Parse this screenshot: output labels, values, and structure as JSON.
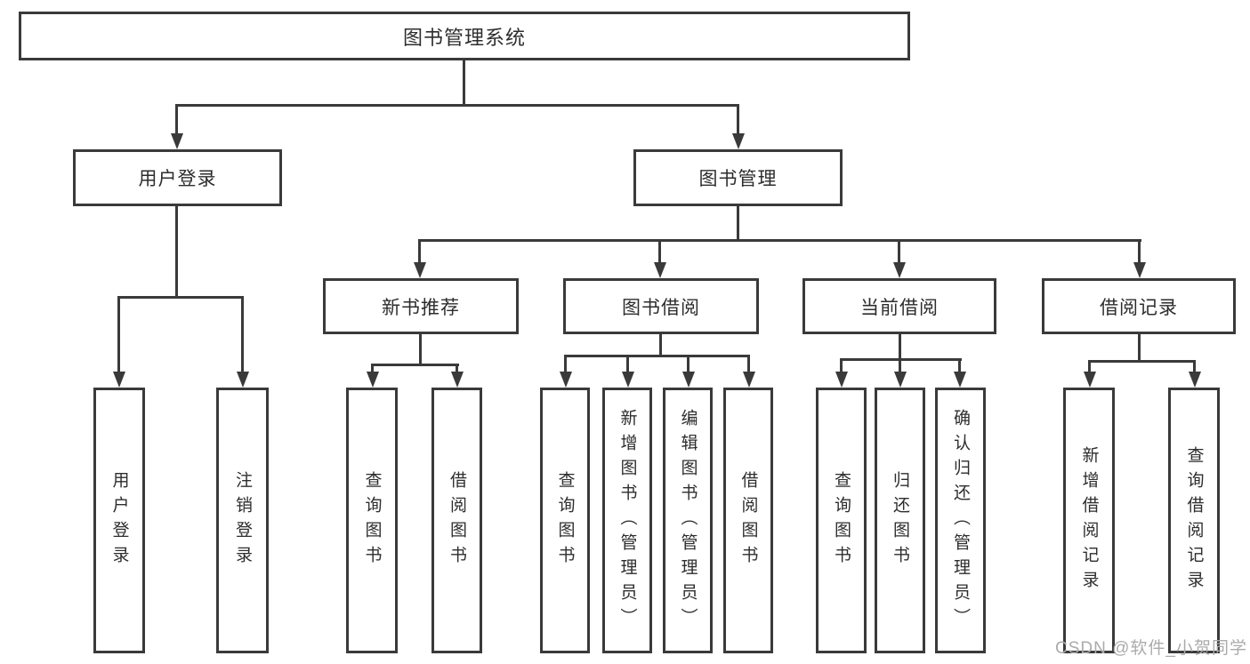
{
  "nodes": {
    "root": "图书管理系统",
    "level2": [
      "用户登录",
      "图书管理"
    ],
    "level3": [
      "新书推荐",
      "图书借阅",
      "当前借阅",
      "借阅记录"
    ],
    "leaves_login": [
      "用户登录",
      "注销登录"
    ],
    "leaves_recommend": [
      "查询图书",
      "借阅图书"
    ],
    "leaves_borrow": [
      "查询图书",
      "新增图书（管理员）",
      "编辑图书（管理员）",
      "借阅图书"
    ],
    "leaves_current": [
      "查询图书",
      "归还图书",
      "确认归还（管理员）"
    ],
    "leaves_records": [
      "新增借阅记录",
      "查询借阅记录"
    ]
  },
  "watermark": "CSDN @软件_小贺同学",
  "colors": {
    "background": "#ffffff",
    "line": "#3a3a3a",
    "text": "#2d2d2d",
    "watermark": "#ababab"
  }
}
